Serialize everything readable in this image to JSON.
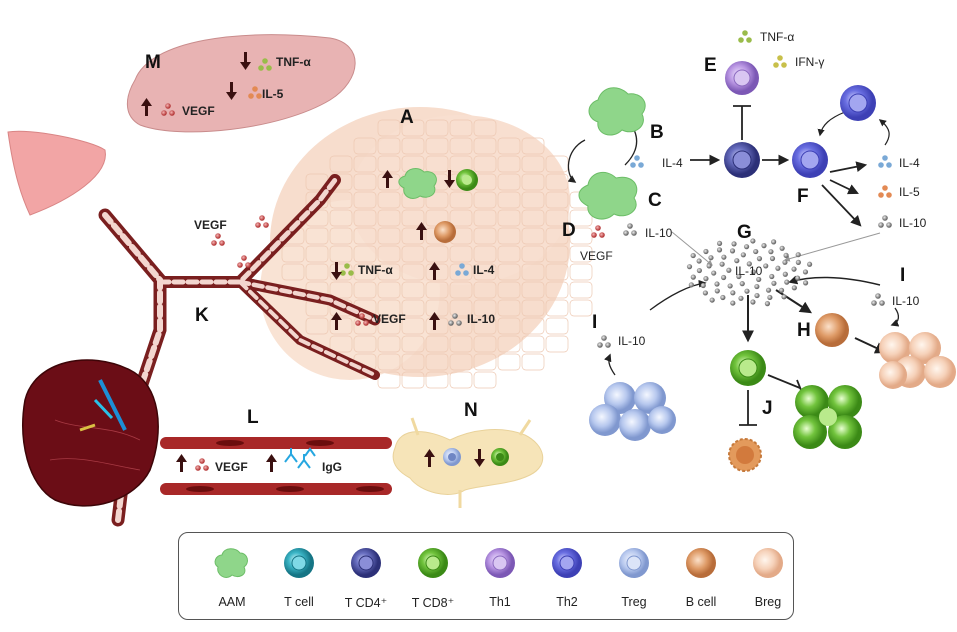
{
  "panel_labels": {
    "A": "A",
    "B": "B",
    "C": "C",
    "D": "D",
    "E": "E",
    "F": "F",
    "G": "G",
    "H": "H",
    "I1": "I",
    "I2": "I",
    "J": "J",
    "K": "K",
    "L": "L",
    "M": "M",
    "N": "N"
  },
  "spleen_M": {
    "tnf": "TNF-α",
    "il5": "IL-5",
    "vegf": "VEGF"
  },
  "liver_A": {
    "tnf": "TNF-α",
    "il4": "IL-4",
    "vegf": "VEGF",
    "il10": "IL-10"
  },
  "vessels_K": {
    "vegf": "VEGF"
  },
  "vessel_L": {
    "vegf": "VEGF",
    "igg": "IgG"
  },
  "pathway": {
    "il4_b": "IL-4",
    "il10_c": "IL-10",
    "vegf_d": "VEGF",
    "tnf_e": "TNF-α",
    "ifn_e": "IFN-γ",
    "il4_f": "IL-4",
    "il5_f": "IL-5",
    "il10_f": "IL-10",
    "il10_g": "IL-10",
    "il10_i_left": "IL-10",
    "il10_i_right": "IL-10"
  },
  "legend": [
    {
      "label": "AAM",
      "color": "#8fd68a"
    },
    {
      "label": "T cell",
      "color": "#2aa9b8"
    },
    {
      "label": "T CD4⁺",
      "color": "#3a3f8a"
    },
    {
      "label": "T CD8⁺",
      "color": "#5db52e"
    },
    {
      "label": "Th1",
      "color": "#a985d6"
    },
    {
      "label": "Th2",
      "color": "#5a5fd0"
    },
    {
      "label": "Treg",
      "color": "#a8bde8"
    },
    {
      "label": "B cell",
      "color": "#d9925e"
    },
    {
      "label": "Breg",
      "color": "#f3c9ae"
    }
  ]
}
